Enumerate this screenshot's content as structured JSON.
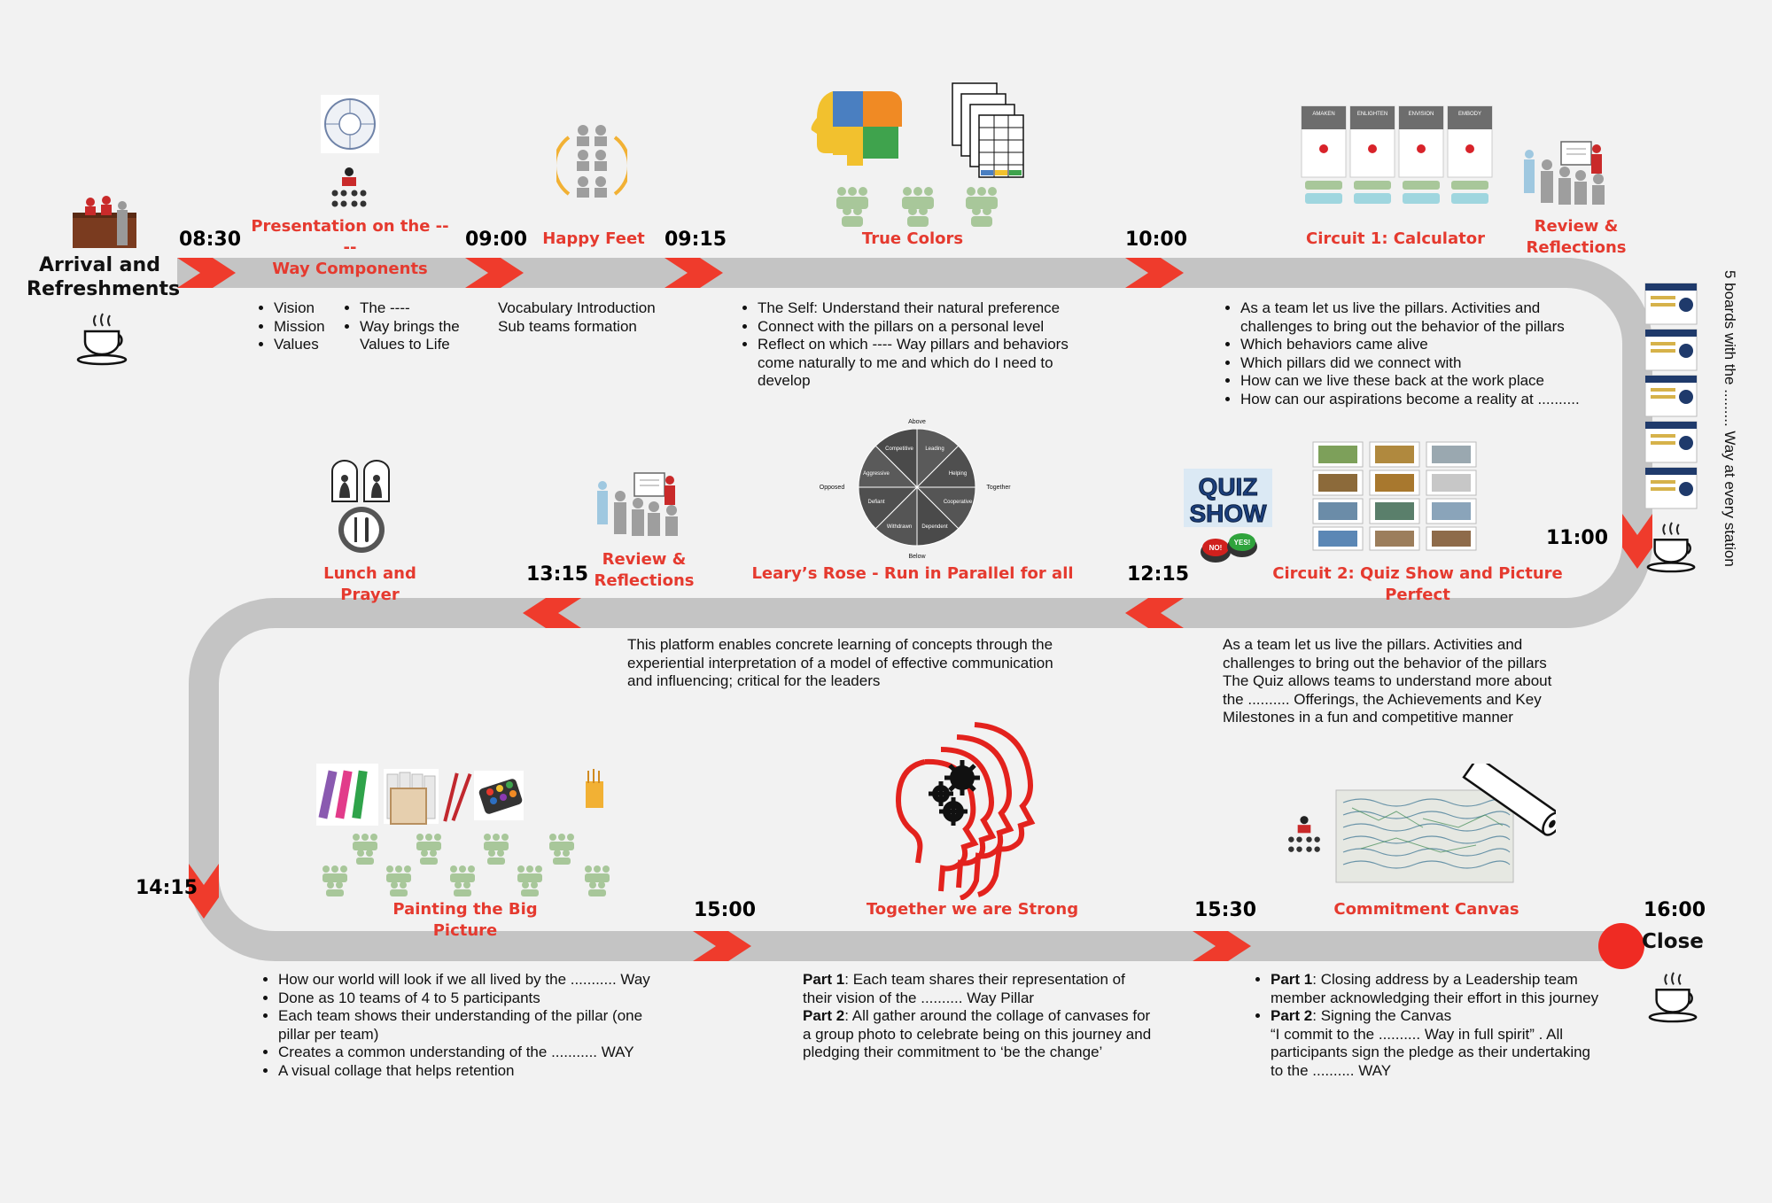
{
  "start": {
    "label_line1": "Arrival and",
    "label_line2": "Refreshments"
  },
  "side_note": "5 boards with the ......... Way at every station",
  "close_label": "Close",
  "times": {
    "t0830": "08:30",
    "t0900": "09:00",
    "t0915": "09:15",
    "t1000": "10:00",
    "t1100": "11:00",
    "t1215": "12:15",
    "t1315": "13:15",
    "t1415": "14:15",
    "t1500": "15:00",
    "t1530": "15:30",
    "t1600": "16:00"
  },
  "sessions": {
    "presentation": {
      "title1": "Presentation on the ----",
      "title2": "Way Components",
      "list_a": [
        "Vision",
        "Mission",
        "Values"
      ],
      "list_b": [
        "The ----",
        " Way brings the Values to Life"
      ]
    },
    "happy_feet": {
      "title": "Happy Feet",
      "line1": "Vocabulary Introduction",
      "line2": "Sub teams formation"
    },
    "true_colors": {
      "title": "True Colors",
      "items": [
        "The Self: Understand their natural preference",
        "Connect with the pillars on a personal level",
        "Reflect on which ---- Way pillars and behaviors come naturally to me and which do I need to develop"
      ]
    },
    "circuit1": {
      "title": "Circuit 1: Calculator",
      "items": [
        "As a team let us live the pillars. Activities and challenges to bring out the behavior of the pillars",
        "Which behaviors came alive",
        "Which pillars did we connect with",
        "How can we live these back at the work place",
        "How can our aspirations become a reality at .........."
      ]
    },
    "review1": {
      "title1": "Review &",
      "title2": "Reflections"
    },
    "circuit2": {
      "title": "Circuit 2: Quiz Show and Picture Perfect",
      "line1": "As a team let us live the pillars. Activities and",
      "line2": "challenges to bring out the behavior of the pillars",
      "line3": "The Quiz allows teams to understand more about",
      "line4": "the .......... Offerings, the Achievements and Key",
      "line5": "Milestones in a fun and competitive manner"
    },
    "learys_rose": {
      "title": "Leary’s Rose  - Run in Parallel for all",
      "line1": "This platform enables concrete learning of concepts through the",
      "line2": "experiential interpretation of a model of effective communication",
      "line3": "and influencing; critical for the leaders"
    },
    "review2": {
      "title1": "Review &",
      "title2": "Reflections"
    },
    "lunch": {
      "title": "Lunch and Prayer"
    },
    "painting": {
      "title": "Painting the Big Picture",
      "items": [
        "How our world will look if we all lived  by the ........... Way",
        "Done as 10 teams of 4 to 5 participants",
        "Each team shows their understanding of the pillar (one pillar per team)",
        "Creates a common understanding of the ........... WAY",
        "A visual collage that helps retention"
      ]
    },
    "together": {
      "title": "Together we are Strong",
      "p1_label": "Part 1",
      "p1_text": ": Each team shares their representation of their vision of the .......... Way Pillar",
      "p2_label": "Part 2",
      "p2_text": ": All gather around the collage of canvases for a group photo to celebrate being on this journey and pledging their commitment to ‘be the change’"
    },
    "commitment": {
      "title": "Commitment Canvas",
      "p1_label": "Part 1",
      "p1_text": ": Closing address by a Leadership team member acknowledging their effort in this journey",
      "p2_label": "Part 2",
      "p2_text": ": Signing the Canvas",
      "p2_quote": "“I commit to the .......... Way in full spirit” . All participants sign the pledge as their undertaking to the .......... WAY"
    }
  },
  "rose": {
    "top": "Above",
    "bottom": "Below",
    "left": "Opposed",
    "right": "Together",
    "segments": [
      "Leading",
      "Helping",
      "Cooperative",
      "Dependent",
      "Withdrawn",
      "Defiant",
      "Aggressive",
      "Competitive"
    ]
  },
  "quiz": {
    "word1": "QUIZ",
    "word2": "SHOW",
    "btn_no": "NO!",
    "btn_yes": "YES!"
  },
  "calc_cards": [
    "AMAKEN",
    "ENLIGHTEN",
    "ENVISION",
    "EMBODY"
  ],
  "colors": {
    "accent": "#e53a2f",
    "track": "#c4c4c4",
    "bg": "#f2f2f2",
    "people": "#a8c79a"
  }
}
